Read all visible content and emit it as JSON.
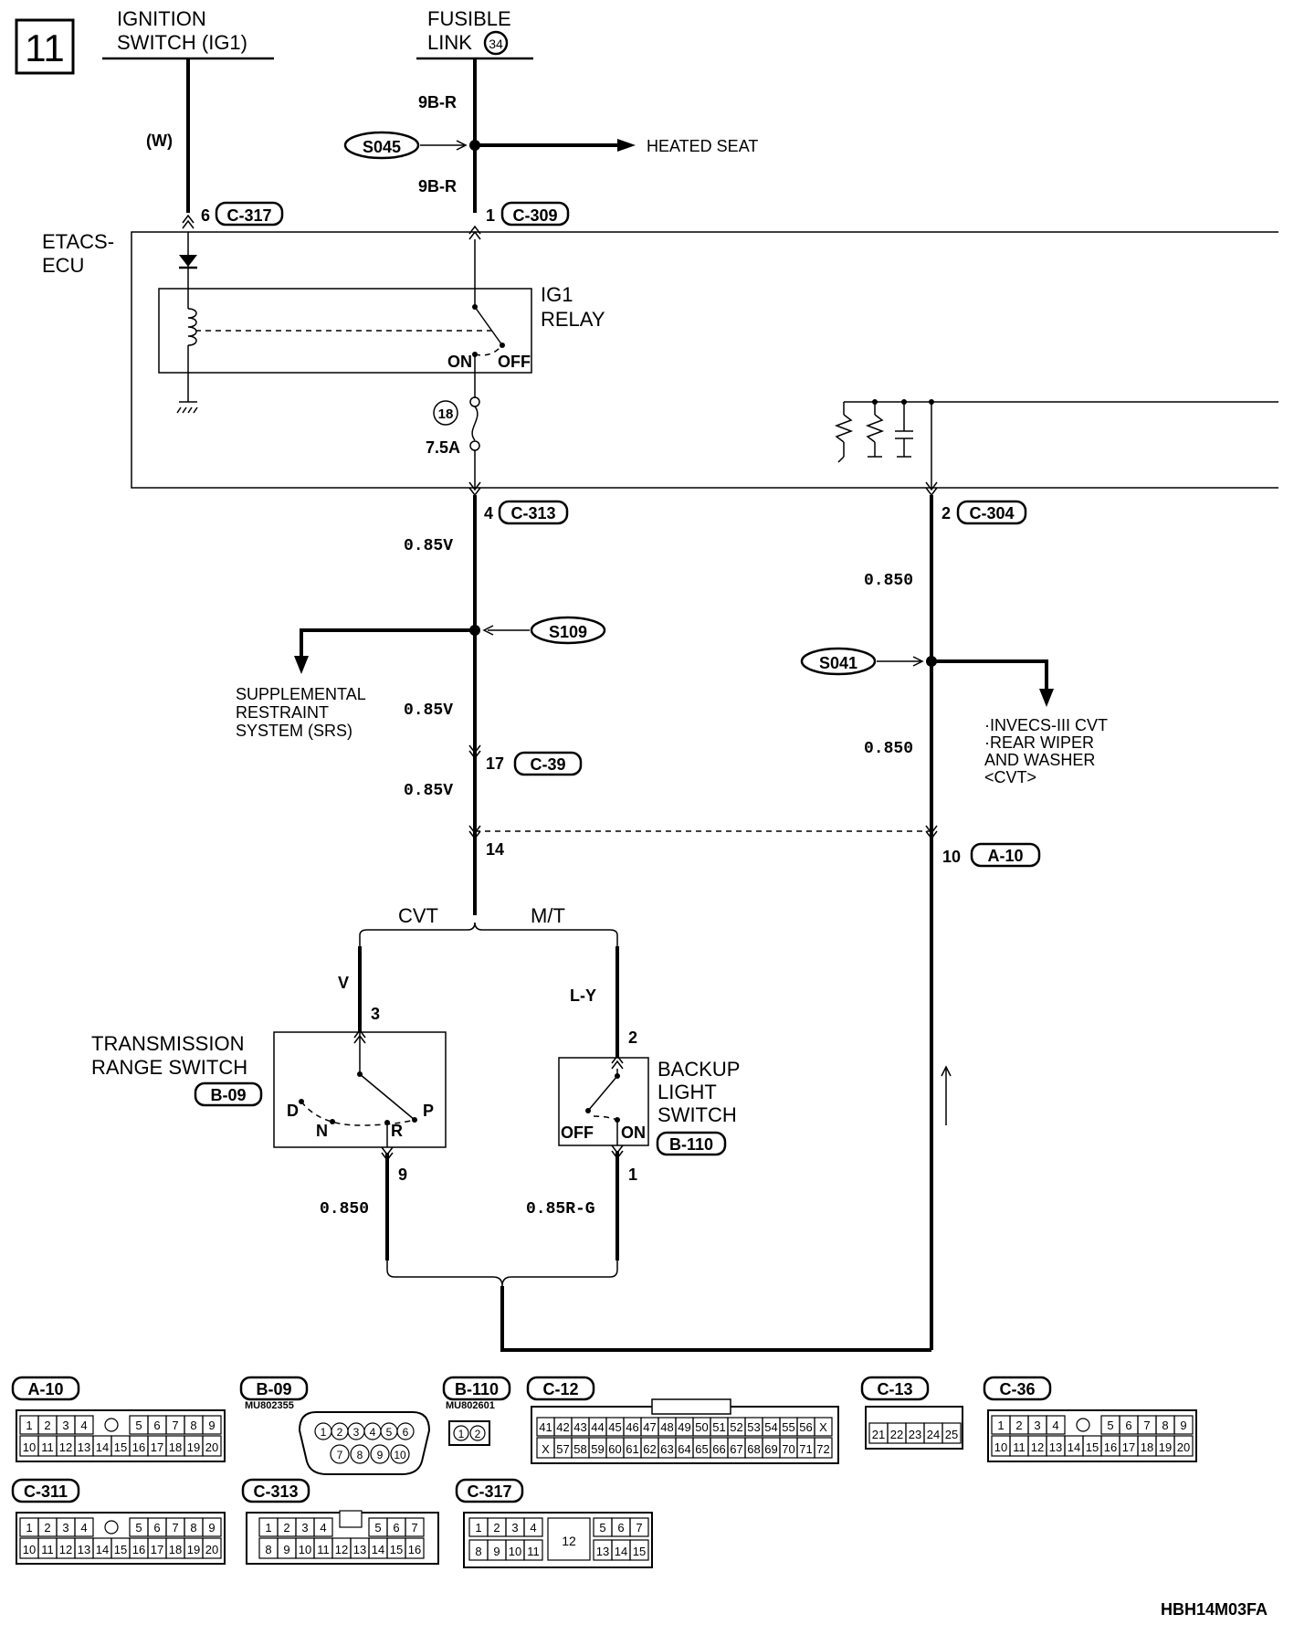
{
  "page": {
    "number": "11",
    "code": "HBH14M03FA"
  },
  "sources": {
    "ignition": {
      "line1": "IGNITION",
      "line2": "SWITCH (IG1)",
      "wire_color": "(W)"
    },
    "fusible": {
      "line1": "FUSIBLE",
      "line2": "LINK",
      "link_no": "34",
      "wire_top": "9B-R",
      "wire_bottom": "9B-R"
    }
  },
  "splices": {
    "s045": "S045",
    "s109": "S109",
    "s041": "S041"
  },
  "branches": {
    "heated_seat": "HEATED SEAT",
    "srs": [
      "SUPPLEMENTAL",
      "RESTRAINT",
      "SYSTEM (SRS)"
    ],
    "invecs": [
      "·INVECS-III CVT",
      "·REAR WIPER",
      "AND WASHER",
      "<CVT>"
    ]
  },
  "ecu": {
    "name_line1": "ETACS-",
    "name_line2": "ECU",
    "relay_line1": "IG1",
    "relay_line2": "RELAY",
    "on": "ON",
    "off": "OFF",
    "fuse_no": "18",
    "fuse_rating": "7.5A"
  },
  "connectors": {
    "c317": {
      "pin": "6",
      "name": "C-317"
    },
    "c309": {
      "pin": "1",
      "name": "C-309"
    },
    "c313": {
      "pin": "4",
      "name": "C-313"
    },
    "c304": {
      "pin": "2",
      "name": "C-304"
    },
    "c39": {
      "pin": "17",
      "name": "C-39"
    },
    "a10_left": {
      "pin": "14"
    },
    "a10_right": {
      "pin": "10",
      "name": "A-10"
    }
  },
  "wires": {
    "w1": "0.85V",
    "w2": "0.85V",
    "w3": "0.85V",
    "r1": "0.850",
    "r2": "0.850",
    "trs_out": "0.850",
    "bls_out": "0.85R-G",
    "trs_in": "V",
    "bls_in": "L-Y"
  },
  "split": {
    "left": "CVT",
    "right": "M/T"
  },
  "trs": {
    "line1": "TRANSMISSION",
    "line2": "RANGE SWITCH",
    "conn": "B-09",
    "pin_in": "3",
    "pin_out": "9",
    "pos_d": "D",
    "pos_n": "N",
    "pos_r": "R",
    "pos_p": "P"
  },
  "bls": {
    "line1": "BACKUP",
    "line2": "LIGHT",
    "line3": "SWITCH",
    "conn": "B-110",
    "pin_in": "2",
    "pin_out": "1",
    "off": "OFF",
    "on": "ON"
  },
  "connector_views": {
    "a10": {
      "label": "A-10",
      "row1": [
        "1",
        "2",
        "3",
        "4",
        "5",
        "6",
        "7",
        "8",
        "9"
      ],
      "row2": [
        "10",
        "11",
        "12",
        "13",
        "14",
        "15",
        "16",
        "17",
        "18",
        "19",
        "20"
      ]
    },
    "b09": {
      "label": "B-09",
      "part": "MU802355",
      "row1": [
        "1",
        "2",
        "3",
        "4",
        "5",
        "6"
      ],
      "row2": [
        "7",
        "8",
        "9",
        "10"
      ]
    },
    "b110": {
      "label": "B-110",
      "part": "MU802601",
      "row1": [
        "1",
        "2"
      ]
    },
    "c12": {
      "label": "C-12",
      "row1": [
        "41",
        "42",
        "43",
        "44",
        "45",
        "46",
        "47",
        "48",
        "49",
        "50",
        "51",
        "52",
        "53",
        "54",
        "55",
        "56",
        "X"
      ],
      "row2": [
        "X",
        "57",
        "58",
        "59",
        "60",
        "61",
        "62",
        "63",
        "64",
        "65",
        "66",
        "67",
        "68",
        "69",
        "70",
        "71",
        "72"
      ]
    },
    "c13": {
      "label": "C-13",
      "row1": [
        "21",
        "22",
        "23",
        "24",
        "25"
      ]
    },
    "c36": {
      "label": "C-36",
      "row1": [
        "1",
        "2",
        "3",
        "4",
        "5",
        "6",
        "7",
        "8",
        "9"
      ],
      "row2": [
        "10",
        "11",
        "12",
        "13",
        "14",
        "15",
        "16",
        "17",
        "18",
        "19",
        "20"
      ]
    },
    "c311": {
      "label": "C-311",
      "row1": [
        "1",
        "2",
        "3",
        "4",
        "5",
        "6",
        "7",
        "8",
        "9"
      ],
      "row2": [
        "10",
        "11",
        "12",
        "13",
        "14",
        "15",
        "16",
        "17",
        "18",
        "19",
        "20"
      ]
    },
    "c313": {
      "label": "C-313",
      "row1": [
        "1",
        "2",
        "3",
        "4",
        "5",
        "6",
        "7"
      ],
      "row2": [
        "8",
        "9",
        "10",
        "11",
        "12",
        "13",
        "14",
        "15",
        "16"
      ]
    },
    "c317": {
      "label": "C-317",
      "row1": [
        "1",
        "2",
        "3",
        "4",
        "5",
        "6",
        "7"
      ],
      "row2": [
        "8",
        "9",
        "10",
        "11",
        "13",
        "14",
        "15"
      ],
      "center": "12"
    }
  }
}
